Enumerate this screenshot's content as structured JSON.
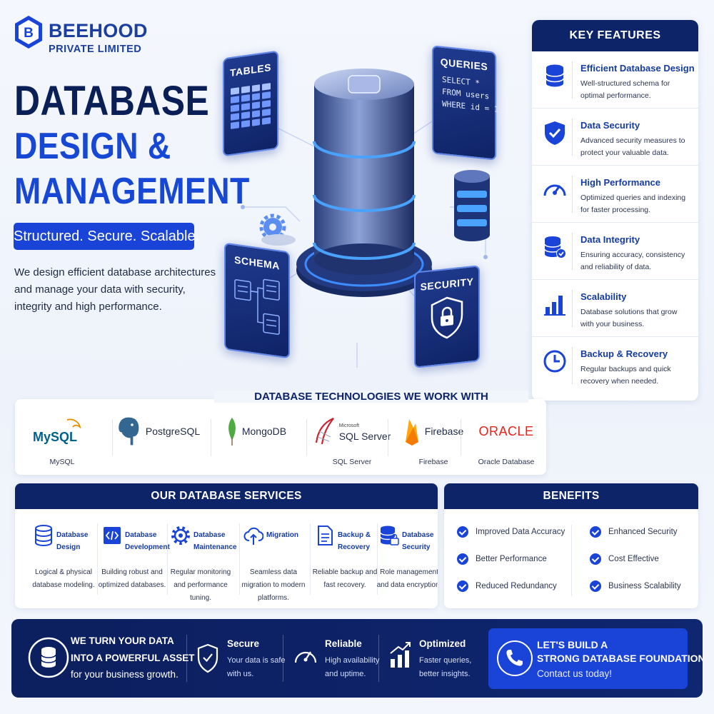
{
  "brand": {
    "name": "BEEHOOD",
    "sub": "PRIVATE LIMITED",
    "letter": "B"
  },
  "hero": {
    "line1": "DATABASE",
    "line2": "DESIGN &",
    "line3": "MANAGEMENT",
    "tagline": "Structured. Secure. Scalable.",
    "intro": "We design efficient database architectures and manage your data with security, integrity and high performance."
  },
  "illustration": {
    "tables_label": "TABLES",
    "queries_label": "QUERIES",
    "query_code": "SELECT *\nFROM users\nWHERE id = 1;",
    "schema_label": "SCHEMA",
    "security_label": "SECURITY"
  },
  "key_features": {
    "title": "KEY FEATURES",
    "items": [
      {
        "title": "Efficient Database Design",
        "desc": "Well-structured schema for optimal performance.",
        "icon": "database-icon"
      },
      {
        "title": "Data Security",
        "desc": "Advanced security measures to protect your valuable data.",
        "icon": "shield-check-icon"
      },
      {
        "title": "High Performance",
        "desc": "Optimized queries and indexing for faster processing.",
        "icon": "speedometer-icon"
      },
      {
        "title": "Data Integrity",
        "desc": "Ensuring accuracy, consistency and reliability of data.",
        "icon": "database-check-icon"
      },
      {
        "title": "Scalability",
        "desc": "Database solutions that grow with your business.",
        "icon": "bar-chart-icon"
      },
      {
        "title": "Backup & Recovery",
        "desc": "Regular backups and quick recovery when needed.",
        "icon": "clock-icon"
      }
    ]
  },
  "technologies": {
    "title": "DATABASE TECHNOLOGIES WE WORK WITH",
    "items": [
      {
        "logo": "MySQL",
        "name": "MySQL"
      },
      {
        "logo": "PostgreSQL",
        "name": ""
      },
      {
        "logo": "MongoDB",
        "name": ""
      },
      {
        "logo_small": "Microsoft",
        "logo": "SQL Server",
        "name": "SQL Server"
      },
      {
        "logo": "Firebase",
        "name": "Firebase"
      },
      {
        "logo": "ORACLE",
        "name": "Oracle Database"
      }
    ]
  },
  "services": {
    "title": "OUR DATABASE SERVICES",
    "items": [
      {
        "title": "Database Design",
        "desc": "Logical & physical database modeling.",
        "icon": "database-icon"
      },
      {
        "title": "Database Development",
        "desc": "Building robust and optimized databases.",
        "icon": "code-icon"
      },
      {
        "title": "Database Maintenance",
        "desc": "Regular monitoring and performance tuning.",
        "icon": "gear-icon"
      },
      {
        "title": "Migration",
        "desc": "Seamless data migration to modern platforms.",
        "icon": "cloud-upload-icon"
      },
      {
        "title": "Backup & Recovery",
        "desc": "Reliable backup and fast recovery.",
        "icon": "document-icon"
      },
      {
        "title": "Database Security",
        "desc": "Role management and data encryption.",
        "icon": "database-lock-icon"
      }
    ]
  },
  "benefits": {
    "title": "BENEFITS",
    "left": [
      "Improved Data Accuracy",
      "Better Performance",
      "Reduced Redundancy"
    ],
    "right": [
      "Enhanced Security",
      "Cost Effective",
      "Business Scalability"
    ]
  },
  "footer": {
    "main_l1": "WE TURN YOUR DATA",
    "main_l2": "INTO A POWERFUL ASSET",
    "main_l3": "for your business growth.",
    "secure_title": "Secure",
    "secure_d1": "Your data is safe",
    "secure_d2": "with us.",
    "reliable_title": "Reliable",
    "reliable_d1": "High availability",
    "reliable_d2": "and uptime.",
    "optimized_title": "Optimized",
    "optimized_d1": "Faster queries,",
    "optimized_d2": "better insights.",
    "cta_l1": "LET'S BUILD A",
    "cta_l2": "STRONG DATABASE FOUNDATION!",
    "cta_l3": "Contact us today!"
  },
  "colors": {
    "navy": "#0d2469",
    "accent": "#1a44d8",
    "heading": "#0b1f57"
  }
}
